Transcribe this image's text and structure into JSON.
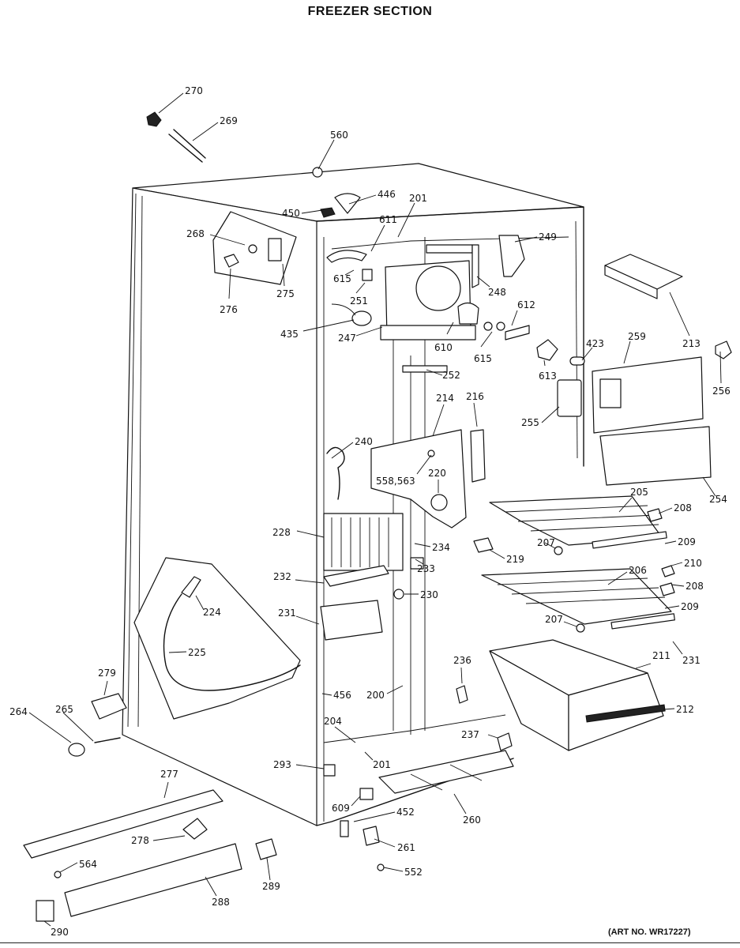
{
  "title": "FREEZER SECTION",
  "art_number": "(ART NO. WR17227)",
  "labels": [
    "270",
    "269",
    "560",
    "446",
    "201",
    "450",
    "611",
    "268",
    "249",
    "615",
    "276",
    "275",
    "251",
    "248",
    "612",
    "213",
    "435",
    "247",
    "610",
    "615",
    "423",
    "613",
    "259",
    "256",
    "252",
    "214",
    "216",
    "255",
    "240",
    "558,563",
    "220",
    "254",
    "205",
    "208",
    "228",
    "234",
    "207",
    "209",
    "219",
    "233",
    "210",
    "232",
    "206",
    "208",
    "230",
    "224",
    "231",
    "209",
    "207",
    "225",
    "231",
    "236",
    "211",
    "279",
    "456",
    "200",
    "212",
    "264",
    "265",
    "204",
    "237",
    "201",
    "293",
    "277",
    "609",
    "452",
    "260",
    "278",
    "261",
    "564",
    "552",
    "289",
    "288",
    "290"
  ],
  "colors": {
    "ink": "#111111",
    "paper": "#ffffff"
  }
}
